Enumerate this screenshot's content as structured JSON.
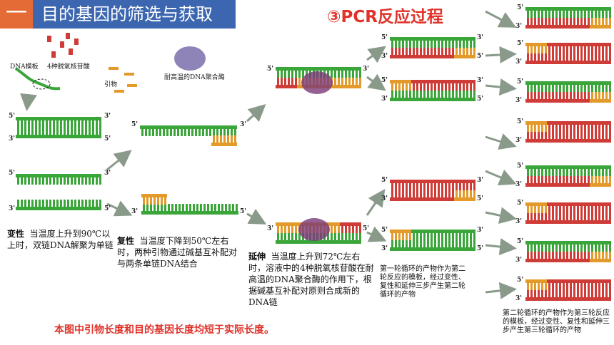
{
  "header": {
    "number": "一",
    "title": "目的基因的筛选与获取"
  },
  "pcr_title": "③PCR反应过程",
  "labels": {
    "template": "DNA模板",
    "nucleotides": "4种脱氧核苷酸",
    "primer": "引物",
    "polymerase": "耐高温的DNA聚合酶",
    "five": "5'",
    "three": "3'"
  },
  "steps": {
    "denature": {
      "name": "变性",
      "text": "当温度上升到90℃以上时，双链DNA解聚为单链"
    },
    "anneal": {
      "name": "复性",
      "text": "当温度下降到50℃左右时，两种引物通过碱基互补配对与两条单链DNA结合"
    },
    "extend": {
      "name": "延伸",
      "text": "当温度上升到72℃左右时，溶液中的4种脱氧核苷酸在耐高温的DNA聚合酶的作用下，根据碱基互补配对原则合成新的DNA链"
    }
  },
  "cycle1_note": "第一轮循环的产物作为第二轮反应的模板，经过变性、复性和延伸三步产生第二轮循环的产物",
  "cycle2_note": "第二轮循环的产物作为第三轮反应的模板，经过变性、复性和延伸三步产生第三轮循环的产物",
  "footnote": "本图中引物长度和目的基因长度均短于实际长度。",
  "colors": {
    "green": "#3aa63a",
    "orange": "#e39a2a",
    "red": "#cf3b36",
    "title_blue": "#3c67b0",
    "title_orange": "#e46b35",
    "accent_red": "#e0322a"
  }
}
